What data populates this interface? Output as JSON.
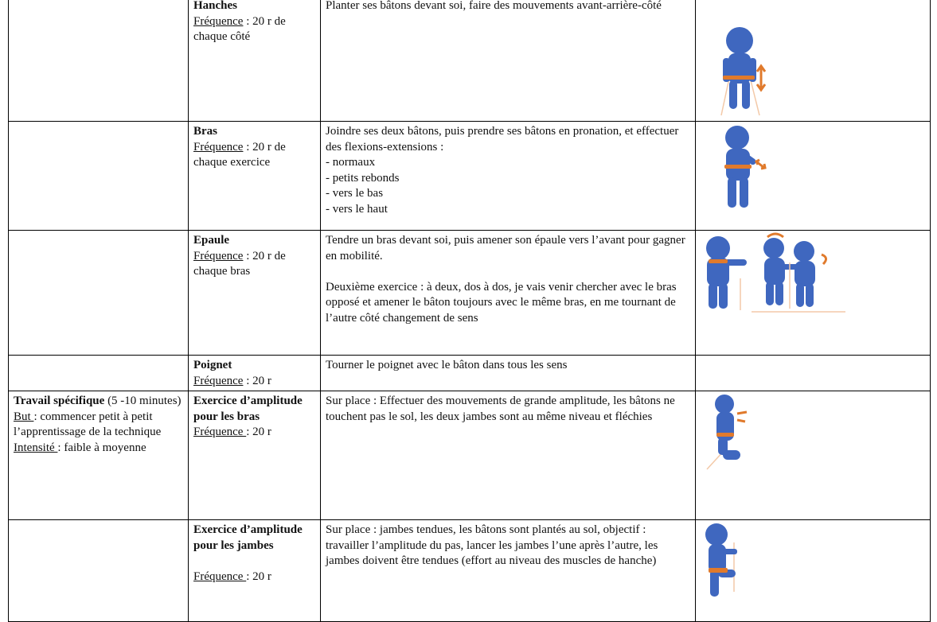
{
  "rows": [
    {
      "col1": [],
      "name": "Hanches",
      "freq_label": "Fréquence",
      "freq_value": " : 20 r de chaque côté",
      "description": [
        "Planter ses bâtons devant soi, faire des mouvements avant-arrière-côté"
      ],
      "figure": "hips-rotation-figure"
    },
    {
      "col1": [],
      "name": "Bras",
      "freq_label": "Fréquence",
      "freq_value": " : 20 r de chaque exercice",
      "description": [
        "Joindre ses deux bâtons, puis prendre ses bâtons en pronation, et effectuer des flexions-extensions :",
        "- normaux",
        "- petits rebonds",
        "- vers le bas",
        "- vers le haut"
      ],
      "figure": "arms-flexion-figure"
    },
    {
      "col1": [],
      "name": "Epaule",
      "freq_label": "Fréquence",
      "freq_value": " : 20 r de chaque bras",
      "description": [
        "Tendre un bras devant soi, puis amener son épaule vers l’avant pour gagner en mobilité.",
        "",
        "Deuxième exercice : à deux, dos à dos, je vais venir chercher avec le bras opposé et amener le bâton toujours avec le même bras, en me tournant de l’autre côté changement de sens"
      ],
      "figure": "shoulder-figures"
    },
    {
      "col1": [],
      "name": "Poignet",
      "freq_label": "Fréquence",
      "freq_value": " : 20 r",
      "description": [
        "Tourner le poignet avec le bâton dans tous les sens"
      ],
      "figure": ""
    },
    {
      "col1_title": "Travail spécifique",
      "col1_title_rest": " (5 -10 minutes)",
      "col1_but_label": "But ",
      "col1_but_value": ": commencer petit à petit l’apprentissage de la technique",
      "col1_int_label": "Intensité ",
      "col1_int_value": ": faible à moyenne",
      "name": "Exercice d’amplitude pour les bras",
      "freq_label": "Fréquence ",
      "freq_value": ": 20 r",
      "description": [
        "Sur place : Effectuer des mouvements de grande amplitude, les bâtons ne touchent pas le sol, les deux jambes sont au même niveau et fléchies"
      ],
      "figure": "arm-amplitude-figure"
    },
    {
      "col1": [],
      "name": "Exercice d’amplitude pour les jambes",
      "freq_label": "Fréquence ",
      "freq_value": ": 20 r",
      "description": [
        "Sur place : jambes tendues, les bâtons sont plantés au sol, objectif : travailler l’amplitude du pas, lancer les jambes l’une après l’autre, les jambes doivent être tendues (effort au niveau des muscles de hanche)"
      ],
      "figure": "leg-amplitude-figure"
    }
  ],
  "colors": {
    "figure_blue": "#3f67bf",
    "accent_orange": "#e07a2c"
  }
}
